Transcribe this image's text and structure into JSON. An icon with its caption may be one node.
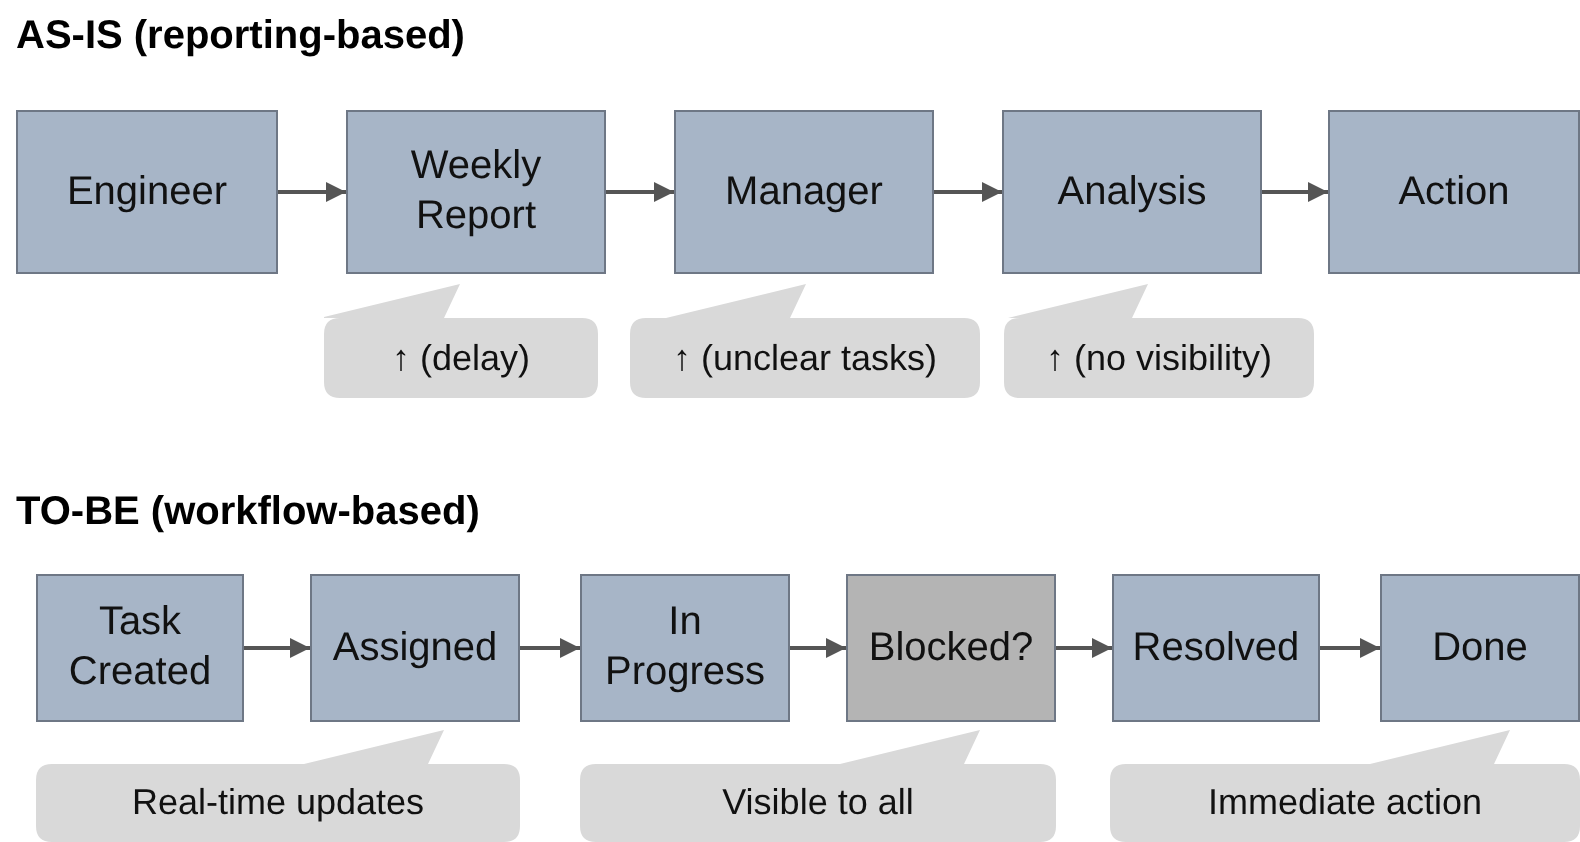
{
  "diagram": {
    "nodes": [
      {
        "text": [
          "Engineer"
        ]
      },
      {
        "text": [
          "Weekly Report"
        ]
      },
      {
        "text": [
          "Manager"
        ]
      },
      {
        "text": [
          "Analysis"
        ]
      },
      {
        "text": [
          "Action"
        ]
      },
      {
        "text": [
          "↑ (delay)"
        ]
      },
      {
        "text": [
          "↑ (unclear tasks)"
        ]
      },
      {
        "text": [
          "↑ (no visibility)"
        ]
      },
      {
        "text": [
          "Task Created"
        ]
      },
      {
        "text": [
          "Assigned"
        ]
      },
      {
        "text": [
          "In Progress"
        ]
      },
      {
        "text": [
          "Blocked?"
        ]
      },
      {
        "text": [
          "Resolved"
        ]
      },
      {
        "text": [
          "Done"
        ]
      },
      {
        "text": [
          "Real-time updates"
        ]
      },
      {
        "text": [
          "Visible to all"
        ]
      },
      {
        "text": [
          "Immediate action"
        ]
      }
    ],
    "edges": [
      {
        "from": 0,
        "to": 1,
        "arrow": "to"
      },
      {
        "from": 1,
        "to": 2,
        "arrow": "to"
      },
      {
        "from": 2,
        "to": 3,
        "arrow": "to"
      },
      {
        "from": 3,
        "to": 4,
        "arrow": "to"
      },
      {
        "from": 8,
        "to": 9,
        "arrow": "to"
      },
      {
        "from": 9,
        "to": 10,
        "arrow": "to"
      },
      {
        "from": 10,
        "to": 11,
        "arrow": "to"
      },
      {
        "from": 11,
        "to": 12,
        "arrow": "to"
      },
      {
        "from": 12,
        "to": 13,
        "arrow": "to"
      }
    ],
    "labels": [
      "AS-IS (reporting-based)",
      "TO-BE (workflow-based)"
    ]
  }
}
